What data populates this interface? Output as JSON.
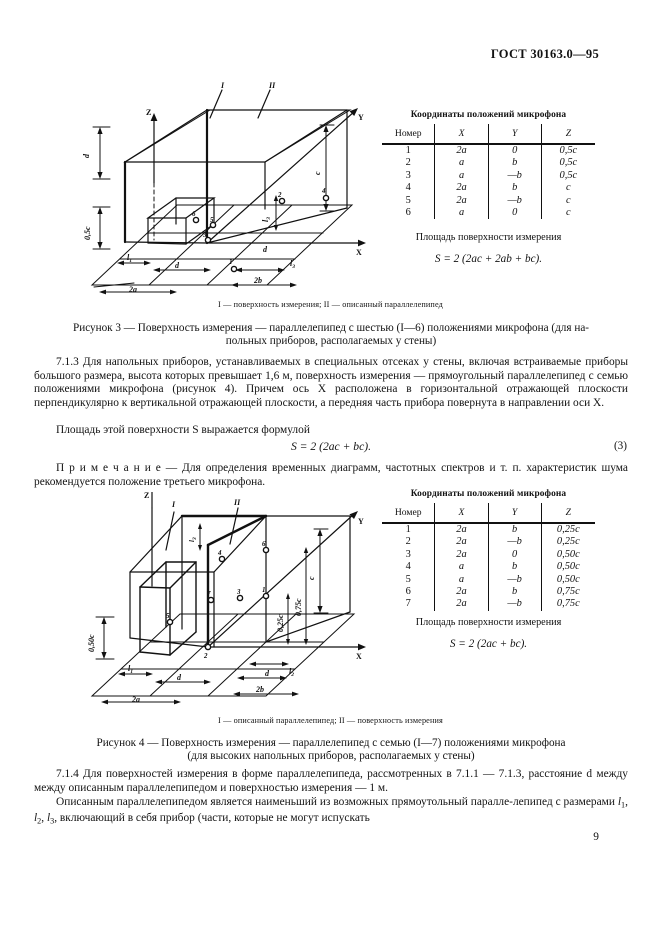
{
  "header": {
    "standard": "ГОСТ 30163.0—95"
  },
  "page_number": "9",
  "figure3": {
    "table": {
      "title": "Координаты положений микрофона",
      "columns": [
        "Номер",
        "X",
        "Y",
        "Z"
      ],
      "rows": [
        [
          "1",
          "2a",
          "0",
          "0,5c"
        ],
        [
          "2",
          "a",
          "b",
          "0,5c"
        ],
        [
          "3",
          "a",
          "—b",
          "0,5c"
        ],
        [
          "4",
          "2a",
          "b",
          "c"
        ],
        [
          "5",
          "2a",
          "—b",
          "c"
        ],
        [
          "6",
          "a",
          "0",
          "c"
        ]
      ]
    },
    "area_label": "Площадь поверхности измерения",
    "area_formula": "S = 2 (2ac + 2ab + bc).",
    "legend": "I — поверхность измерения; II — описанный параллелепипед",
    "caption_line1": "Рисунок 3 — Поверхность измерения — параллелепипед с шестью (I—6) положениями микрофона (для на-",
    "caption_line2": "польных приборов, располагаемых у стены)",
    "diagram": {
      "axis_z": "Z",
      "axis_y": "Y",
      "axis_x": "X",
      "leader_1": "I",
      "leader_2": "II",
      "dim_d": "d",
      "dim_half_c": "0,5c",
      "dim_c": "c",
      "dim_l1": "l1",
      "dim_l3": "l3",
      "dim_d2": "d",
      "dim_2a": "2a",
      "dim_2b": "2b",
      "points": [
        "1",
        "2",
        "3",
        "4",
        "5",
        "6"
      ]
    }
  },
  "para_713": "7.1.3 Для напольных приборов, устанавливаемых в специальных отсеках у стены, включая встраиваемые приборы большого размера, высота которых превышает 1,6 м, поверхность измерения — прямоугольный параллелепипед с семью положениями микрофона (рисунок 4). Причем ось X расположена в горизонтальной отражающей плоскости перпендикулярно к вертикальной отражающей плоскости, а передняя часть прибора повернута в направлении оси X.",
  "para_713_tail": "Площадь этой поверхности S выражается формулой",
  "formula3": {
    "text": "S = 2 (2ac + bc).",
    "number": "(3)"
  },
  "note": "П р и м е ч а н и е — Для определения временных диаграмм, частотных спектров и т. п. характеристик шума рекомендуется положение третьего микрофона.",
  "figure4": {
    "table": {
      "title": "Координаты положений микрофона",
      "columns": [
        "Номер",
        "X",
        "Y",
        "Z"
      ],
      "rows": [
        [
          "1",
          "2a",
          "b",
          "0,25c"
        ],
        [
          "2",
          "2a",
          "—b",
          "0,25c"
        ],
        [
          "3",
          "2a",
          "0",
          "0,50c"
        ],
        [
          "4",
          "a",
          "b",
          "0,50c"
        ],
        [
          "5",
          "a",
          "—b",
          "0,50c"
        ],
        [
          "6",
          "2a",
          "b",
          "0,75c"
        ],
        [
          "7",
          "2a",
          "—b",
          "0,75c"
        ]
      ]
    },
    "area_label": "Площадь поверхности измерения",
    "area_formula": "S = 2 (2ac + bc).",
    "legend": "I — описанный параллелепипед; II — поверхность измерения",
    "caption_line1": "Рисунок 4 — Поверхность измерения — параллелепипед с семью (I—7) положениями микрофона",
    "caption_line2": "(для высоких напольных приборов, располагаемых у стены)",
    "diagram": {
      "axis_z": "Z",
      "axis_y": "Y",
      "axis_x": "X",
      "leader_1": "I",
      "leader_2": "II",
      "dim_l3": "l3",
      "dim_c": "c",
      "dim_quarter_c": "0,25c",
      "dim_three_quarter_c": "0,75c",
      "dim_half_c": "0,50c",
      "dim_l1": "l1",
      "dim_l2": "l2",
      "dim_d": "d",
      "dim_2a": "2a",
      "dim_2b": "2b",
      "points": [
        "1",
        "2",
        "3",
        "4",
        "5",
        "6",
        "7"
      ]
    }
  },
  "para_714": "7.1.4 Для поверхностей измерения в форме параллелепипеда, рассмотренных в 7.1.1 — 7.1.3, расстояние d между между описанным параллелепипедом и поверхностью измерения — 1 м.",
  "para_714b": "Описанным параллелепипедом является наименьший из возможных прямоутольный паралле-лепипед с размерами l1, l2, l3, включающий в себя прибор (части, которые не могут испускать"
}
